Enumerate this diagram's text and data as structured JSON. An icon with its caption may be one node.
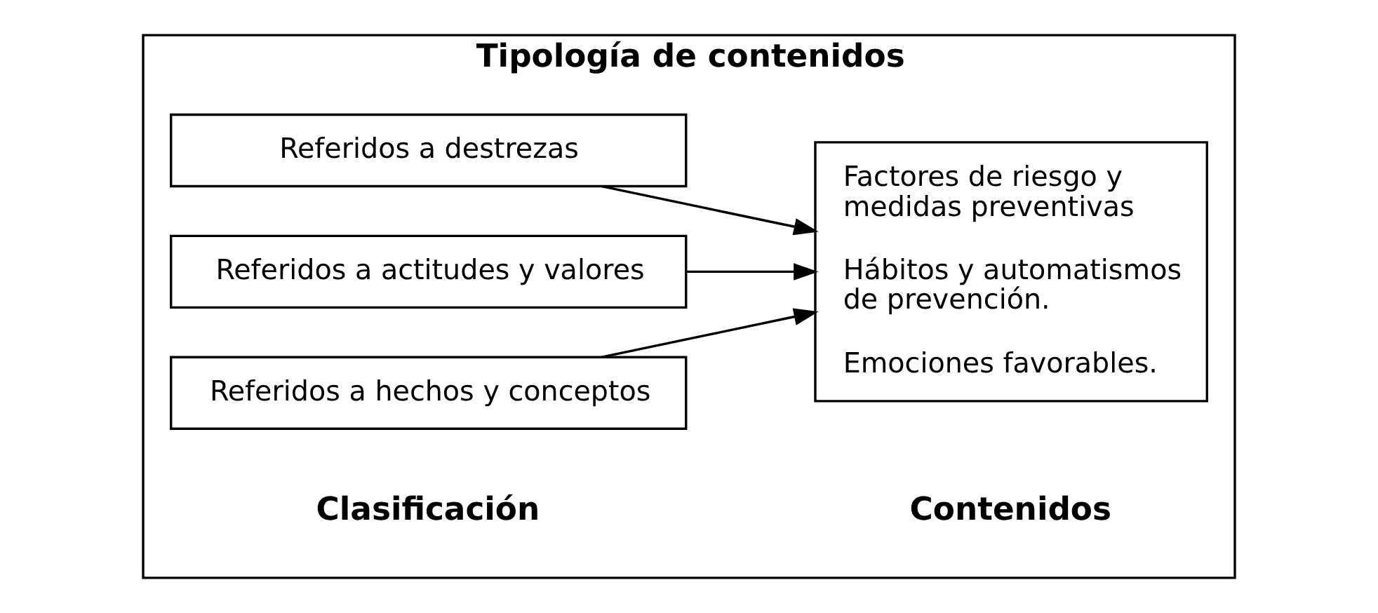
{
  "diagram": {
    "nodes": [
      {
        "text": [
          "Tipología de contenidos"
        ]
      },
      {
        "text": [
          "Referidos a hechos y conceptos"
        ],
        "in": 0
      },
      {
        "text": [
          "Referidos a destrezas"
        ],
        "in": 0
      },
      {
        "text": [
          "Referidos a actitudes y valores"
        ],
        "in": 0
      },
      {
        "text": [
          "Factores de riesgo y medidas preventivas",
          "Hábitos y automatismos de prevención.",
          "Emociones favorables."
        ],
        "in": 0
      }
    ],
    "edges": [
      {
        "from": 1,
        "to": 4,
        "arrow": "to"
      },
      {
        "from": 2,
        "to": 4,
        "arrow": "to"
      },
      {
        "from": 3,
        "to": 4,
        "arrow": "to"
      }
    ],
    "labels": [
      "Clasificación",
      "Contenidos"
    ]
  }
}
